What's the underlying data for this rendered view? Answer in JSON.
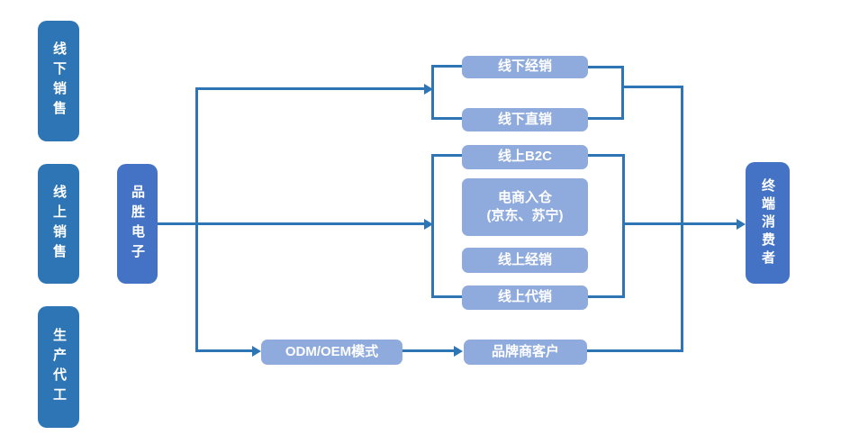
{
  "colors": {
    "category_box": "#2E75B6",
    "entity_box": "#4472C4",
    "channel_box": "#8FAADC",
    "connector": "#2E75B6",
    "box_text": "#FFFFFF",
    "background": "#FFFFFF"
  },
  "diagram": {
    "categories": [
      {
        "label": "线下销售"
      },
      {
        "label": "线上销售"
      },
      {
        "label": "生产代工"
      }
    ],
    "company": {
      "label": "品胜电子"
    },
    "consumer": {
      "label": "终端消费者"
    },
    "offline_channels": [
      {
        "label": "线下经销"
      },
      {
        "label": "线下直销"
      }
    ],
    "online_channels": [
      {
        "label": "线上B2C"
      },
      {
        "label": "电商入仓",
        "sublabel": "(京东、苏宁)"
      },
      {
        "label": "线上经销"
      },
      {
        "label": "线上代销"
      }
    ],
    "oem_flow": [
      {
        "label": "ODM/OEM模式"
      },
      {
        "label": "品牌商客户"
      }
    ]
  }
}
